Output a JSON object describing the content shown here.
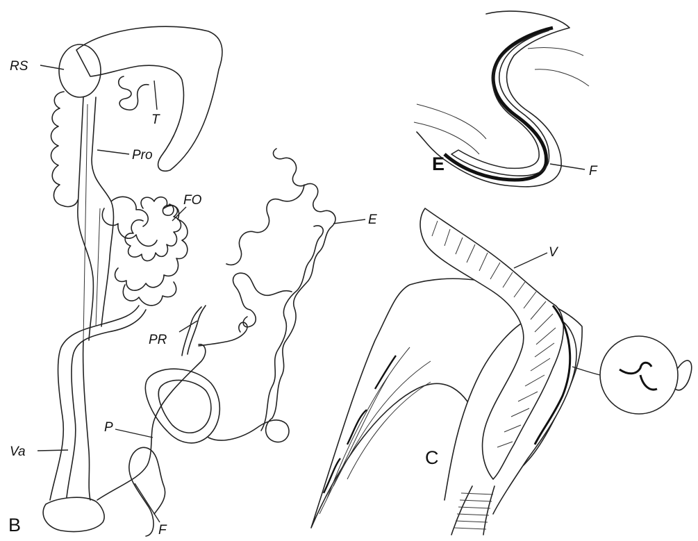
{
  "panels": {
    "B": "B",
    "C": "C",
    "E": "E"
  },
  "labels": {
    "RS": "RS",
    "T": "T",
    "Pro": "Pro",
    "FO": "FO",
    "E": "E",
    "PR": "PR",
    "Va": "Va",
    "P": "P",
    "F_B": "F",
    "V": "V",
    "F_E": "F"
  },
  "colors": {
    "ink": "#222222",
    "background": "#ffffff"
  }
}
